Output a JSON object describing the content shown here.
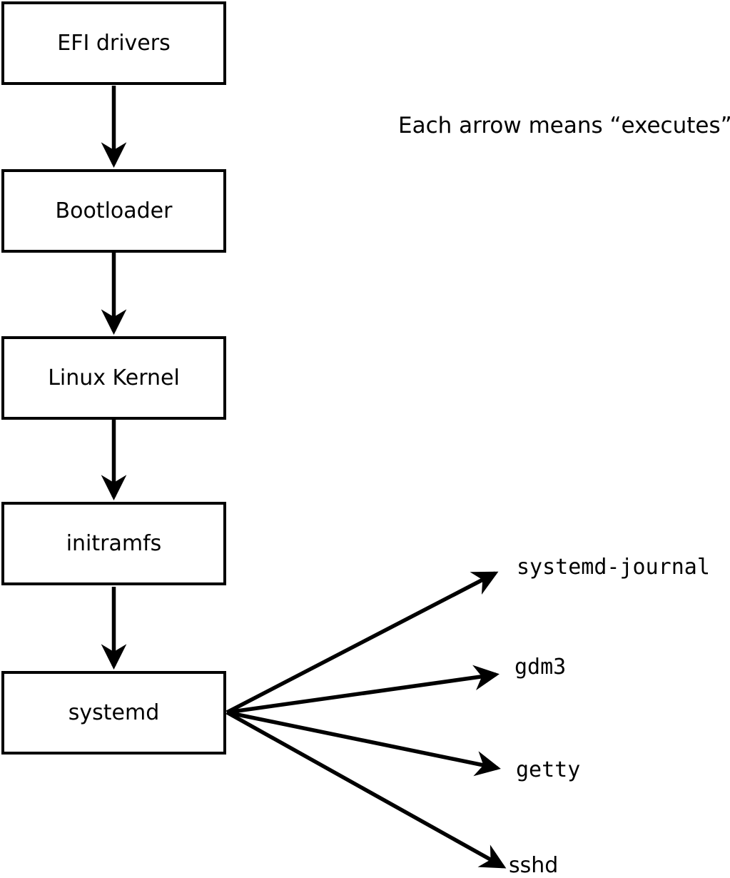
{
  "diagram": {
    "note": "Each arrow means “executes”.",
    "boxes": [
      {
        "id": "efi-drivers",
        "label": "EFI drivers"
      },
      {
        "id": "bootloader",
        "label": "Bootloader"
      },
      {
        "id": "linux-kernel",
        "label": "Linux Kernel"
      },
      {
        "id": "initramfs",
        "label": "initramfs"
      },
      {
        "id": "systemd",
        "label": "systemd"
      }
    ],
    "processes": [
      {
        "id": "systemd-journal",
        "label": "systemd-journal"
      },
      {
        "id": "gdm3",
        "label": "gdm3"
      },
      {
        "id": "getty",
        "label": "getty"
      },
      {
        "id": "sshd",
        "label": "sshd"
      }
    ],
    "arrow_meaning": "executes",
    "colors": {
      "stroke": "#000000",
      "background": "#ffffff",
      "box_fill": "#ffffff",
      "text": "#000000"
    }
  }
}
